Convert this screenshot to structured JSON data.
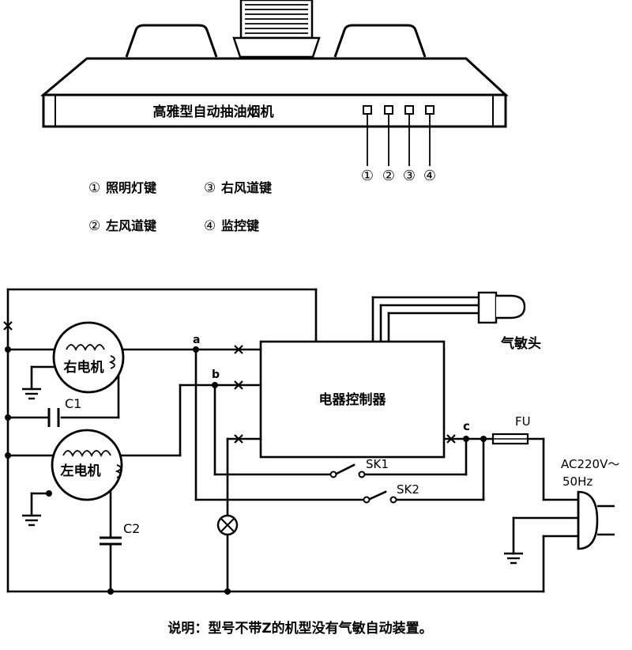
{
  "hood": {
    "title": "高雅型自动抽油烟机",
    "key_markers": [
      "①",
      "②",
      "③",
      "④"
    ]
  },
  "legend": [
    {
      "num": "①",
      "text": "照明灯键"
    },
    {
      "num": "③",
      "text": "右风道键"
    },
    {
      "num": "②",
      "text": "左风道键"
    },
    {
      "num": "④",
      "text": "监控键"
    }
  ],
  "circuit": {
    "controller": "电器控制器",
    "right_motor": "右电机",
    "left_motor": "左电机",
    "c1": "C1",
    "c2": "C2",
    "node_a": "a",
    "node_b": "b",
    "node_c": "c",
    "sk1": "SK1",
    "sk2": "SK2",
    "fuse": "FU",
    "gas_sensor": "气敏头",
    "power_line1": "AC220V～",
    "power_line2": "50Hz"
  },
  "caption": "说明：型号不带Z的机型没有气敏自动装置。"
}
